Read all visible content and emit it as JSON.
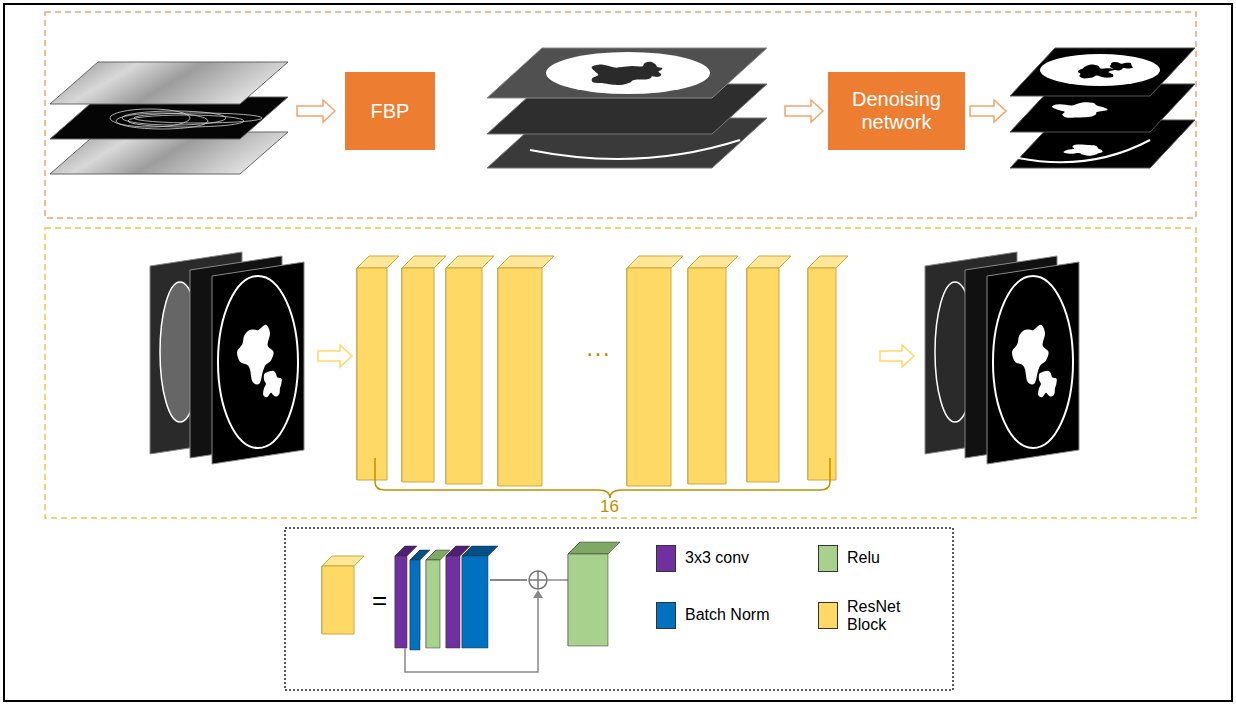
{
  "diagram": {
    "nodes": [
      {
        "text": [
          "FBP"
        ]
      },
      {
        "text": [
          "Denoising network"
        ]
      }
    ],
    "labels": [
      "…",
      "16",
      "="
    ],
    "legend": [
      {
        "text": "3x3 conv",
        "color": "#7030a0"
      },
      {
        "text": "Relu",
        "color": "#a9d18e"
      },
      {
        "text": "Batch Norm",
        "color": "#0070c0"
      },
      {
        "text": "ResNet Block",
        "color": "#ffd966"
      }
    ]
  }
}
